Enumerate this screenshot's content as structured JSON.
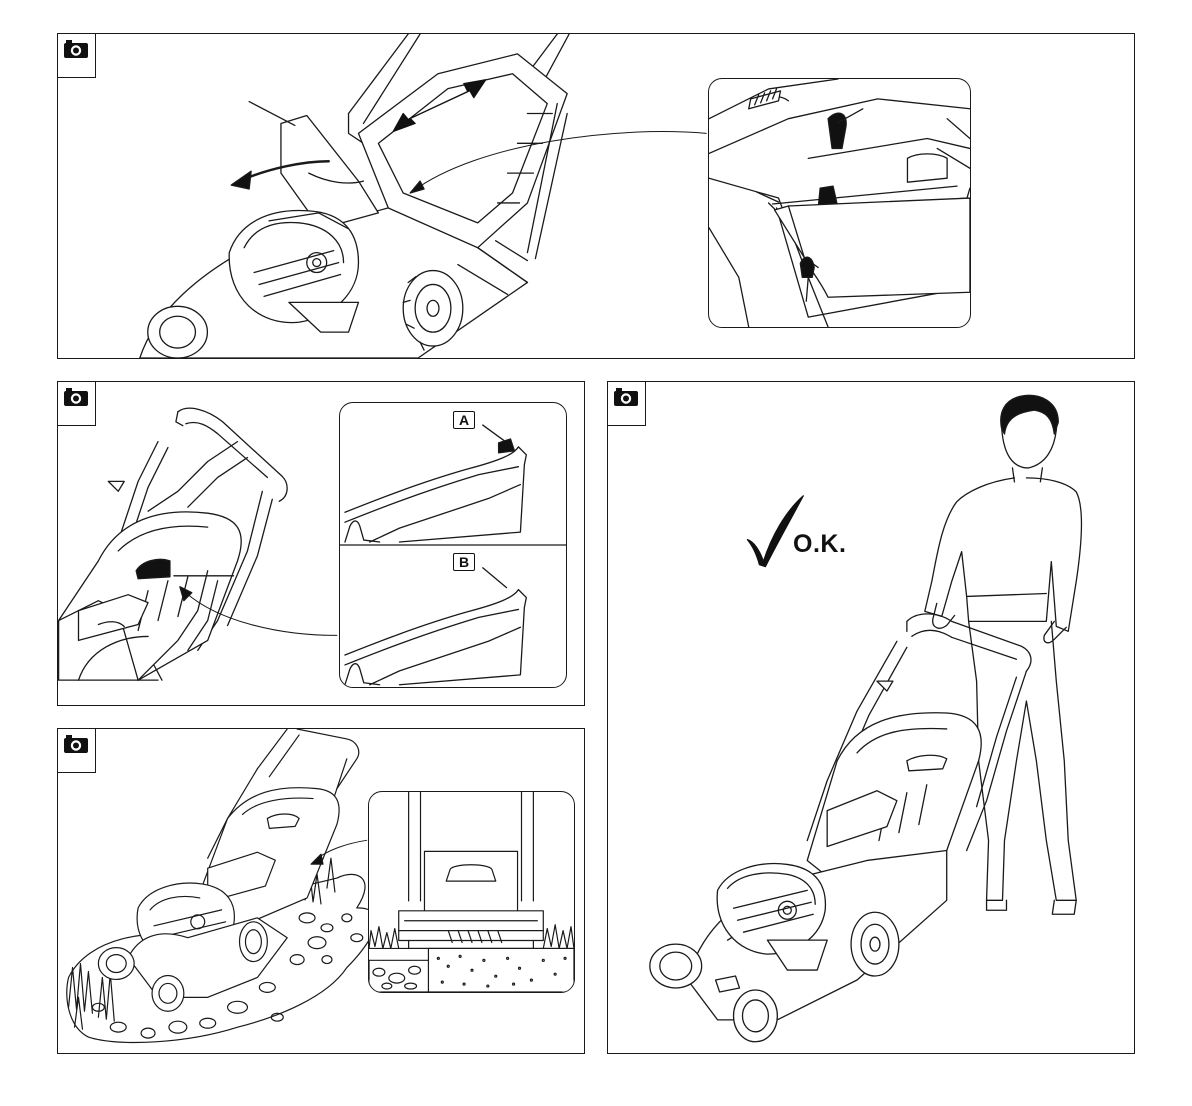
{
  "page": {
    "background": "#ffffff",
    "line_color": "#1a1a1a"
  },
  "panels": [
    {
      "name": "panel-grass-catcher-flap",
      "camera_icon": "camera-icon"
    },
    {
      "name": "panel-fill-indicator",
      "camera_icon": "camera-icon",
      "labels": [
        "A",
        "B"
      ]
    },
    {
      "name": "panel-mowing-operator",
      "camera_icon": "camera-icon",
      "ok_text": "O.K."
    },
    {
      "name": "panel-cutting-height",
      "camera_icon": "camera-icon"
    }
  ],
  "fill_indicator": {
    "label_a": "A",
    "label_b": "B"
  },
  "operator": {
    "ok_text": "O.K.",
    "check_icon": "checkmark-icon"
  }
}
